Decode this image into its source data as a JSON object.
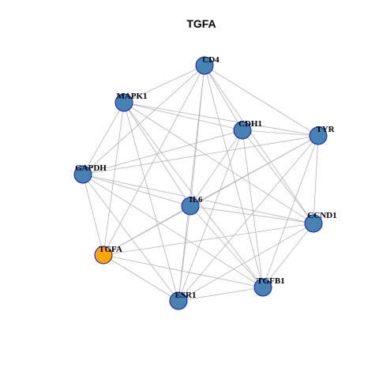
{
  "title": "TGFA",
  "colors": {
    "node_default": "#4682b4",
    "node_highlight": "#ffa500",
    "node_border": "#1a1aa6",
    "edge": "#b3b3b3"
  },
  "nodes": [
    {
      "id": "CD4",
      "label": "CD4",
      "highlight": false
    },
    {
      "id": "MAPK1",
      "label": "MAPK1",
      "highlight": false
    },
    {
      "id": "CDH1",
      "label": "CDH1",
      "highlight": false
    },
    {
      "id": "TYR",
      "label": "TYR",
      "highlight": false
    },
    {
      "id": "GAPDH",
      "label": "GAPDH",
      "highlight": false
    },
    {
      "id": "IL6",
      "label": "IL6",
      "highlight": false
    },
    {
      "id": "CCND1",
      "label": "CCND1",
      "highlight": false
    },
    {
      "id": "TGFA",
      "label": "TGFA",
      "highlight": true
    },
    {
      "id": "TGFB1",
      "label": "TGFB1",
      "highlight": false
    },
    {
      "id": "ESR1",
      "label": "ESR1",
      "highlight": false
    }
  ],
  "edges": [
    [
      "CD4",
      "MAPK1"
    ],
    [
      "CD4",
      "TYR"
    ],
    [
      "CD4",
      "CDH1"
    ],
    [
      "CD4",
      "GAPDH"
    ],
    [
      "CD4",
      "IL6"
    ],
    [
      "CD4",
      "TGFA"
    ],
    [
      "CD4",
      "ESR1"
    ],
    [
      "CD4",
      "TGFB1"
    ],
    [
      "CD4",
      "CCND1"
    ],
    [
      "MAPK1",
      "CDH1"
    ],
    [
      "MAPK1",
      "TYR"
    ],
    [
      "MAPK1",
      "GAPDH"
    ],
    [
      "MAPK1",
      "IL6"
    ],
    [
      "MAPK1",
      "CCND1"
    ],
    [
      "MAPK1",
      "TGFB1"
    ],
    [
      "MAPK1",
      "ESR1"
    ],
    [
      "MAPK1",
      "TGFA"
    ],
    [
      "CDH1",
      "TYR"
    ],
    [
      "CDH1",
      "GAPDH"
    ],
    [
      "CDH1",
      "IL6"
    ],
    [
      "CDH1",
      "CCND1"
    ],
    [
      "CDH1",
      "TGFB1"
    ],
    [
      "CDH1",
      "ESR1"
    ],
    [
      "TYR",
      "GAPDH"
    ],
    [
      "TYR",
      "IL6"
    ],
    [
      "TYR",
      "CCND1"
    ],
    [
      "TYR",
      "TGFB1"
    ],
    [
      "TYR",
      "ESR1"
    ],
    [
      "TYR",
      "TGFA"
    ],
    [
      "GAPDH",
      "IL6"
    ],
    [
      "GAPDH",
      "CCND1"
    ],
    [
      "GAPDH",
      "TGFA"
    ],
    [
      "GAPDH",
      "ESR1"
    ],
    [
      "GAPDH",
      "TGFB1"
    ],
    [
      "IL6",
      "CCND1"
    ],
    [
      "IL6",
      "TGFA"
    ],
    [
      "IL6",
      "ESR1"
    ],
    [
      "IL6",
      "TGFB1"
    ],
    [
      "CCND1",
      "TGFB1"
    ],
    [
      "CCND1",
      "ESR1"
    ],
    [
      "CCND1",
      "TGFA"
    ],
    [
      "TGFA",
      "ESR1"
    ],
    [
      "TGFA",
      "TGFB1"
    ],
    [
      "ESR1",
      "TGFB1"
    ]
  ]
}
